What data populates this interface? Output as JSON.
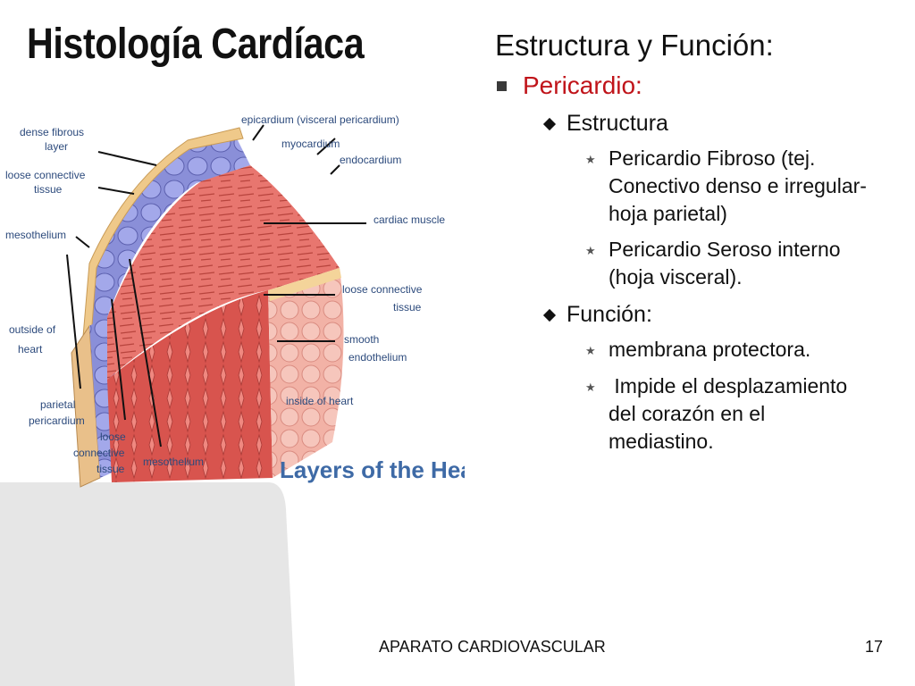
{
  "title": "Histología Cardíaca",
  "subtitle": "Estructura y Función:",
  "section": "Pericardio:",
  "estructura": {
    "heading": "Estructura",
    "items": [
      "Pericardio Fibroso (tej. Conectivo denso e irregular-hoja parietal)",
      "Pericardio Seroso interno (hoja visceral)."
    ]
  },
  "funcion": {
    "heading": "Función:",
    "items": [
      "membrana protectora.",
      " Impide el desplazamiento del corazón en el mediastino."
    ]
  },
  "figure": {
    "labels": {
      "dense_fibrous_1": "dense fibrous",
      "dense_fibrous_2": "layer",
      "loose_ct_1": "loose connective",
      "loose_ct_2": "tissue",
      "mesothelium_left": "mesothelium",
      "outside_1": "outside of",
      "outside_2": "heart",
      "parietal_1": "parietal",
      "parietal_2": "pericardium",
      "loose_bottom_1": "loose",
      "loose_bottom_2": "connective",
      "loose_bottom_3": "tissue",
      "mesothelium_bottom": "mesothelium",
      "epicardium": "epicardium (visceral pericardium)",
      "myocardium": "myocardium",
      "endocardium": "endocardium",
      "cardiac_muscle": "cardiac muscle",
      "loose_right_1": "loose connective",
      "loose_right_2": "tissue",
      "smooth_1": "smooth",
      "smooth_2": "endothelium",
      "inside": "inside of heart"
    },
    "caption": "Layers of the Heart"
  },
  "footer": {
    "center": "APARATO CARDIOVASCULAR",
    "page": "17"
  }
}
